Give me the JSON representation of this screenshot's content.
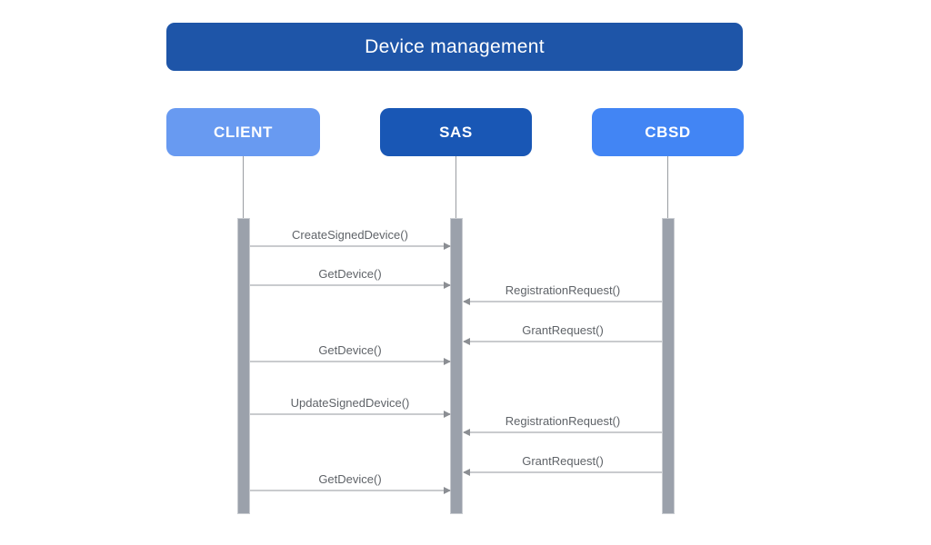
{
  "diagram": {
    "type": "uml-sequence-diagram",
    "title": "Device management"
  },
  "actors": [
    {
      "id": "client",
      "name": "CLIENT",
      "color": "#689af1"
    },
    {
      "id": "sas",
      "name": "SAS",
      "color": "#1957b5"
    },
    {
      "id": "cbsd",
      "name": "CBSD",
      "color": "#4285f4"
    }
  ],
  "messages": [
    {
      "label": "CreateSignedDevice()",
      "from": "CLIENT",
      "to": "SAS"
    },
    {
      "label": "GetDevice()",
      "from": "CLIENT",
      "to": "SAS"
    },
    {
      "label": "RegistrationRequest()",
      "from": "CBSD",
      "to": "SAS"
    },
    {
      "label": "GrantRequest()",
      "from": "CBSD",
      "to": "SAS"
    },
    {
      "label": "GetDevice()",
      "from": "CLIENT",
      "to": "SAS"
    },
    {
      "label": "UpdateSignedDevice()",
      "from": "CLIENT",
      "to": "SAS"
    },
    {
      "label": "RegistrationRequest()",
      "from": "CBSD",
      "to": "SAS"
    },
    {
      "label": "GrantRequest()",
      "from": "CBSD",
      "to": "SAS"
    },
    {
      "label": "GetDevice()",
      "from": "CLIENT",
      "to": "SAS"
    }
  ],
  "colors": {
    "title_bar_bg": "#1e55a8",
    "title_text": "#ffffff",
    "actor_text": "#ffffff",
    "activation_bar": "#9ba1ab",
    "lifeline": "#9a9da2",
    "arrow_line": "#c9cbce",
    "arrow_head": "#8b8e93",
    "message_text": "#5f6368",
    "background": "#ffffff"
  }
}
